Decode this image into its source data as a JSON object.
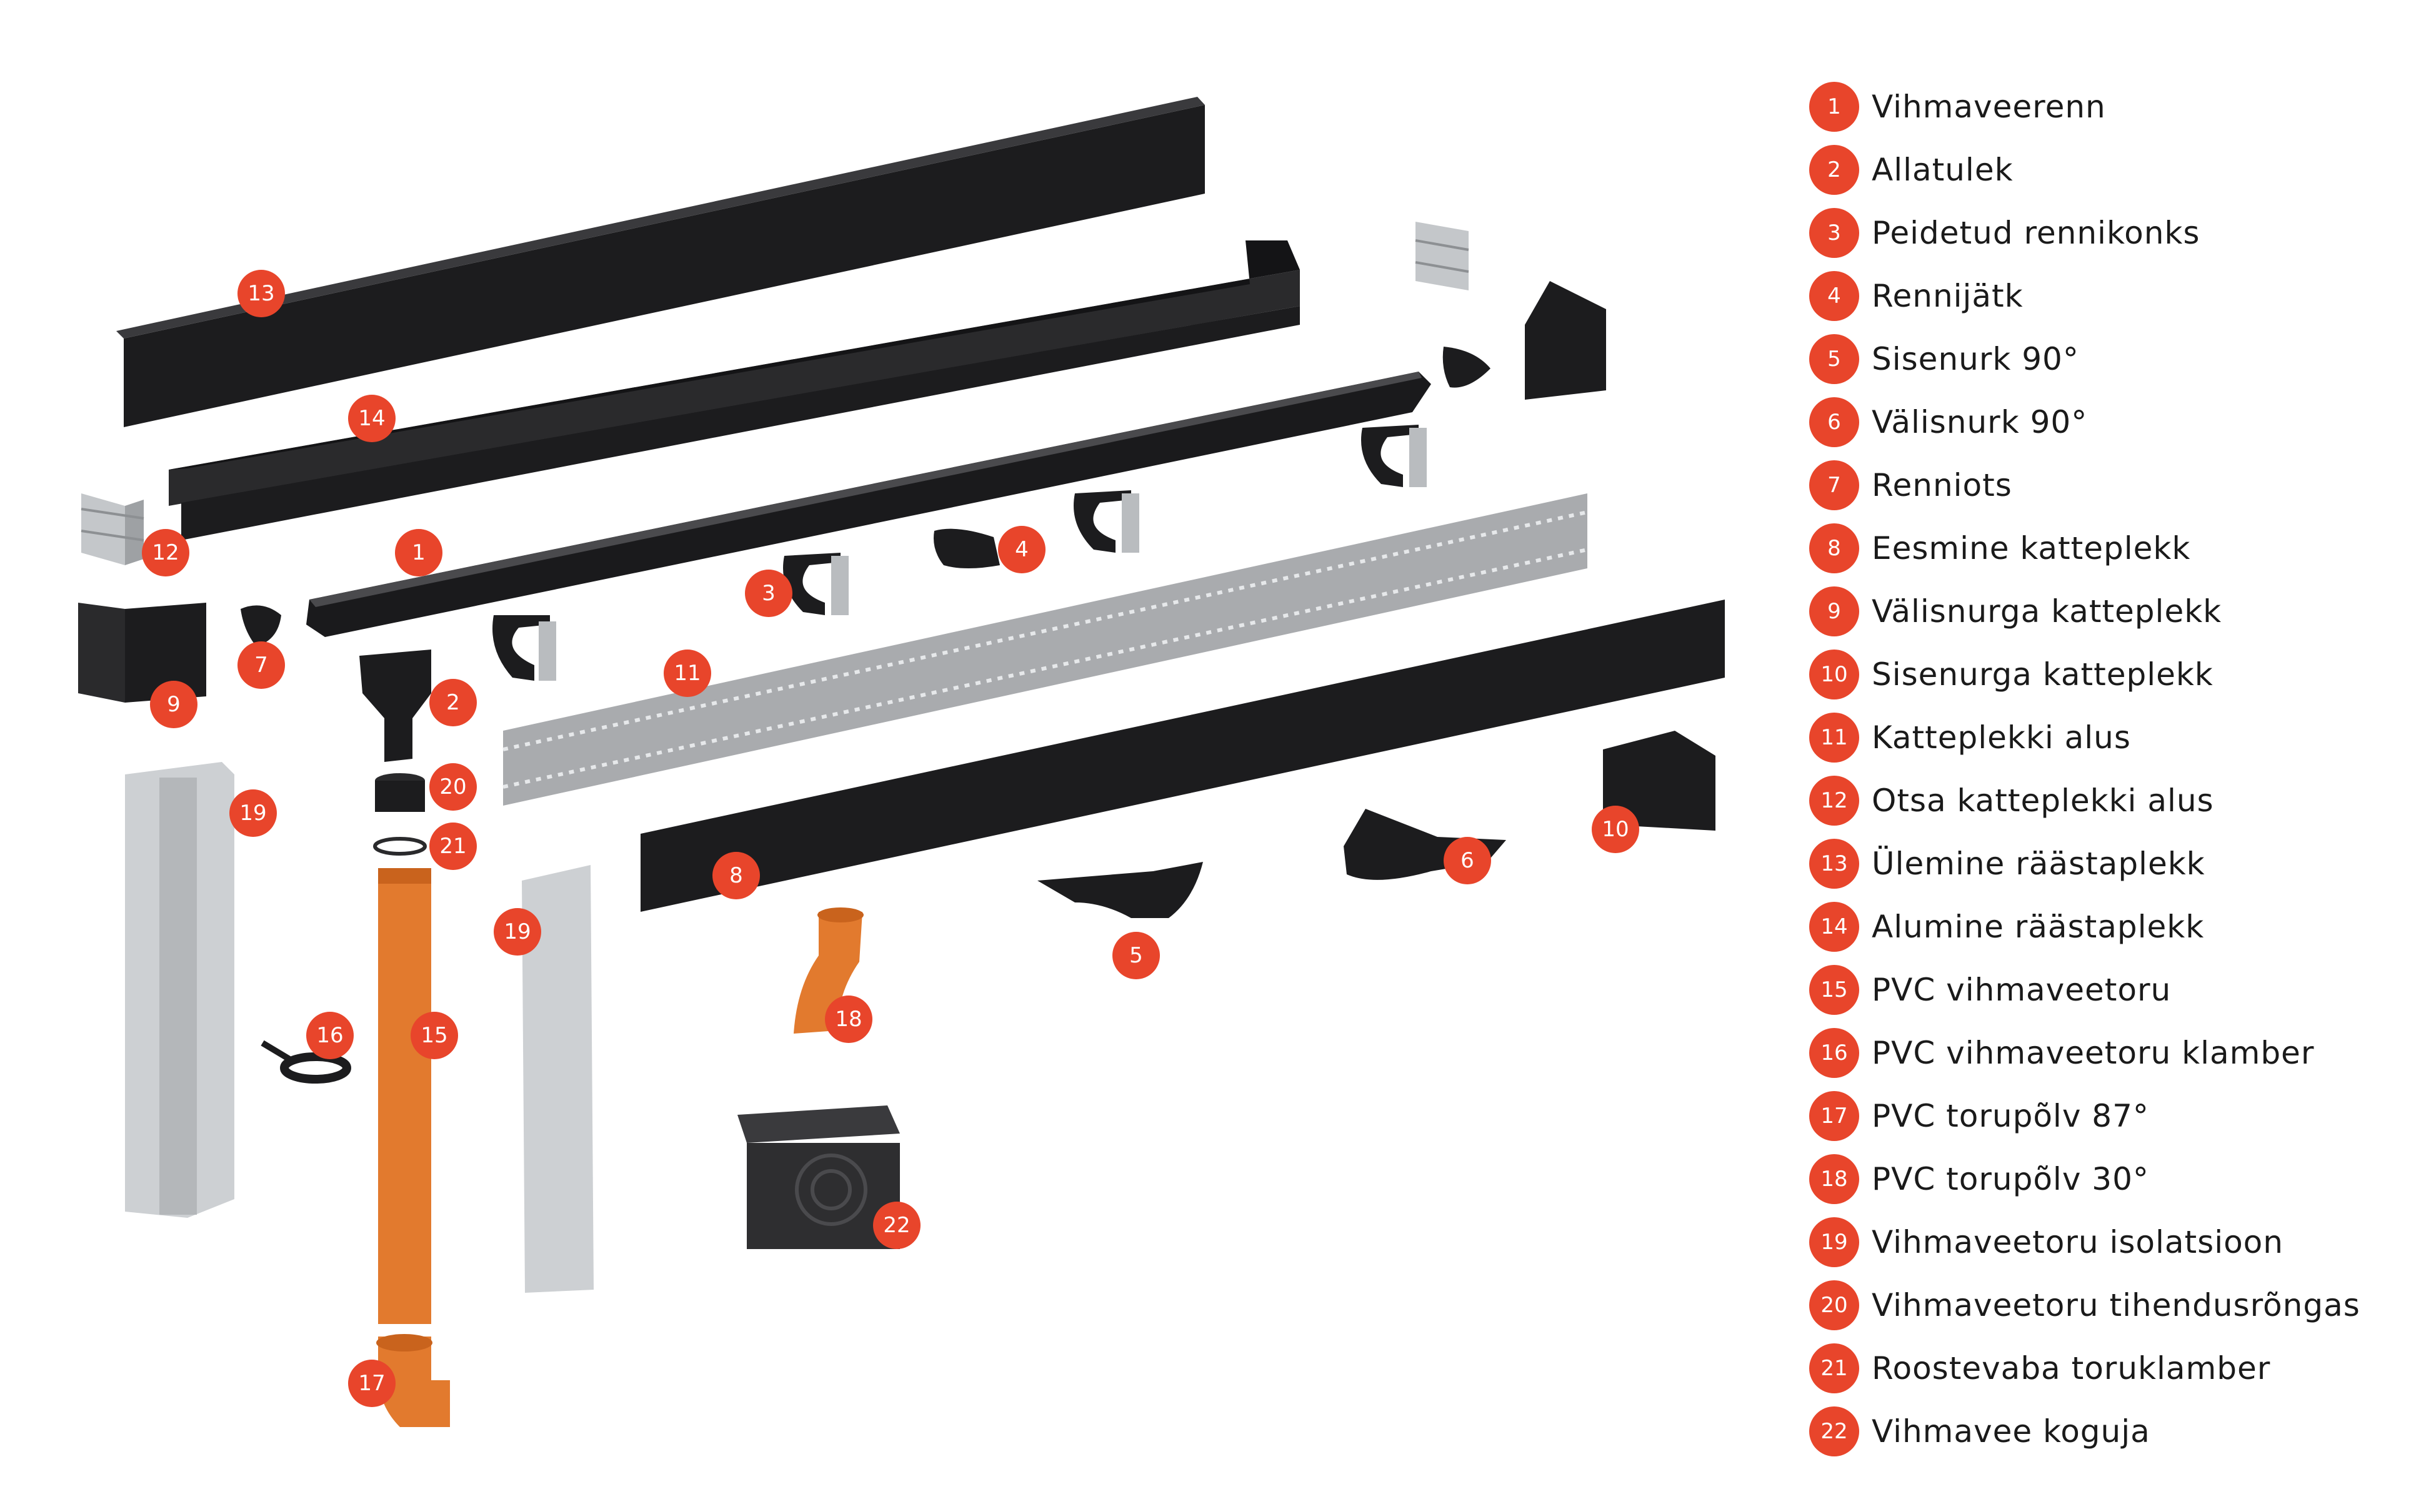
{
  "colors": {
    "accent": "#e8452b",
    "part_dark": "#1c1c1e",
    "part_grey": "#a9abae",
    "part_light": "#cdd0d3",
    "part_orange": "#e27a2e"
  },
  "legend": [
    {
      "num": "1",
      "label": "Vihmaveerenn"
    },
    {
      "num": "2",
      "label": "Allatulek"
    },
    {
      "num": "3",
      "label": "Peidetud rennikonks"
    },
    {
      "num": "4",
      "label": "Rennijätk"
    },
    {
      "num": "5",
      "label": "Sisenurk 90°"
    },
    {
      "num": "6",
      "label": "Välisnurk 90°"
    },
    {
      "num": "7",
      "label": "Renniots"
    },
    {
      "num": "8",
      "label": "Eesmine katteplekk"
    },
    {
      "num": "9",
      "label": "Välisnurga katteplekk"
    },
    {
      "num": "10",
      "label": "Sisenurga katteplekk"
    },
    {
      "num": "11",
      "label": "Katteplekki alus"
    },
    {
      "num": "12",
      "label": "Otsa katteplekki alus"
    },
    {
      "num": "13",
      "label": "Ülemine räästaplekk"
    },
    {
      "num": "14",
      "label": "Alumine räästaplekk"
    },
    {
      "num": "15",
      "label": "PVC vihmaveetoru"
    },
    {
      "num": "16",
      "label": "PVC vihmaveetoru klamber"
    },
    {
      "num": "17",
      "label": "PVC torupõlv 87°"
    },
    {
      "num": "18",
      "label": "PVC torupõlv 30°"
    },
    {
      "num": "19",
      "label": "Vihmaveetoru isolatsioon"
    },
    {
      "num": "20",
      "label": "Vihmaveetoru tihendusrõngas"
    },
    {
      "num": "21",
      "label": "Roostevaba toruklamber"
    },
    {
      "num": "22",
      "label": "Vihmavee koguja"
    }
  ],
  "callouts": [
    "13",
    "14",
    "12",
    "1",
    "3",
    "4",
    "9",
    "7",
    "2",
    "11",
    "20",
    "21",
    "19",
    "19",
    "8",
    "6",
    "10",
    "5",
    "18",
    "16",
    "15",
    "22",
    "17"
  ]
}
